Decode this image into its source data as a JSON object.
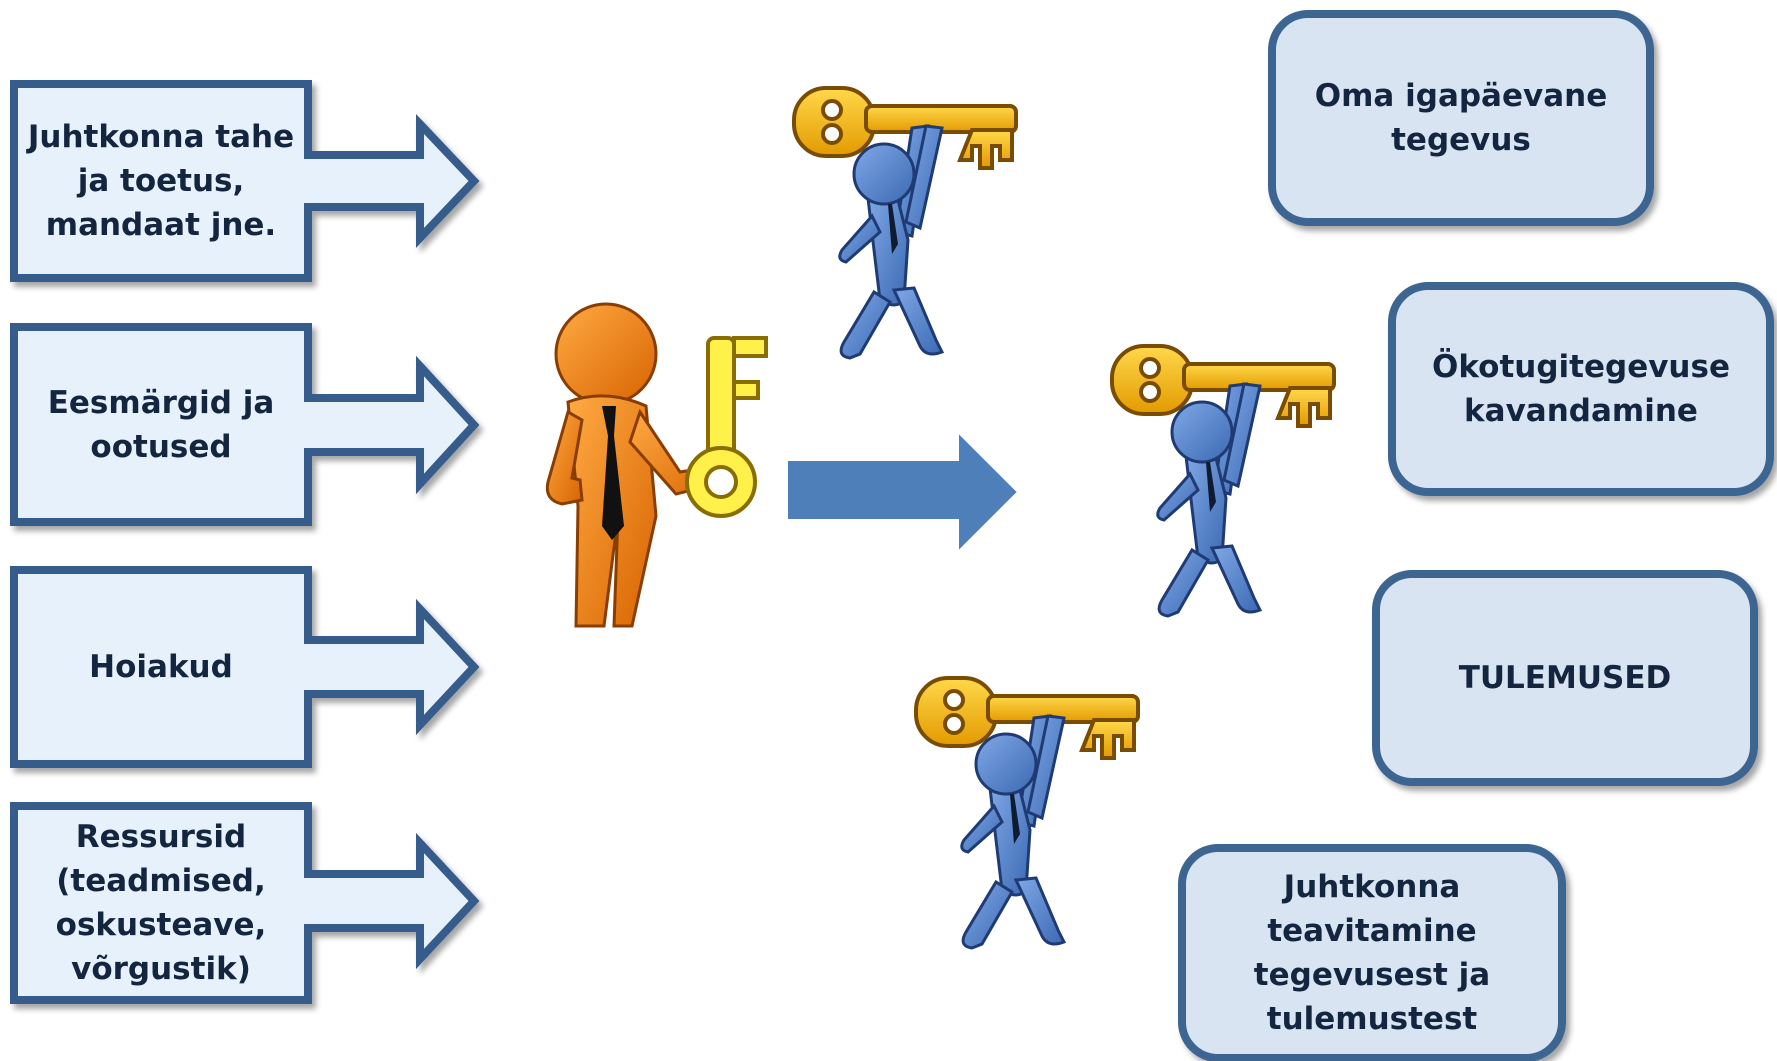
{
  "inputs": [
    {
      "lines": [
        "Juhtkonna tahe",
        "ja toetus,",
        "mandaat jne."
      ]
    },
    {
      "lines": [
        "Eesmärgid ja",
        "ootused"
      ]
    },
    {
      "lines": [
        "Hoiakud"
      ]
    },
    {
      "lines": [
        "Ressursid",
        "(teadmised,",
        "oskusteave,",
        "võrgustik)"
      ]
    }
  ],
  "outputs": [
    {
      "lines": [
        "Oma igapäevane",
        "tegevus"
      ]
    },
    {
      "lines": [
        "Ökotugitegevuse",
        "kavandamine"
      ]
    },
    {
      "lines": [
        "TULEMUSED"
      ]
    },
    {
      "lines": [
        "Juhtkonna",
        "teavitamine",
        "tegevusest ja",
        "tulemustest"
      ]
    }
  ],
  "colors": {
    "input_fill": "#e6f1fb",
    "input_border": "#355b8a",
    "output_fill": "#d9e4f2",
    "output_border": "#3d6591",
    "main_arrow": "#4f7fb9",
    "key_gold": "#f2b400",
    "person_orange": "#f07d10",
    "person_blue": "#4f80c9"
  },
  "icons": [
    "manager-with-key-icon",
    "person-holding-key-icon"
  ]
}
